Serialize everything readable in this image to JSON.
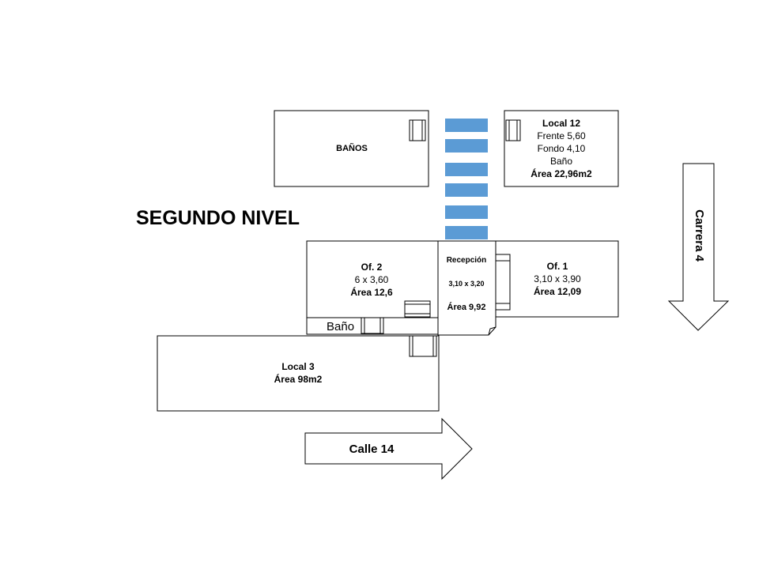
{
  "title": "SEGUNDO NIVEL",
  "stairs_color": "#5b9bd5",
  "rooms": {
    "banos": {
      "name": "BAÑOS"
    },
    "local12": {
      "name": "Local 12",
      "frente": "Frente 5,60",
      "fondo": "Fondo 4,10",
      "bano": "Baño",
      "area": "Área 22,96m2"
    },
    "of2": {
      "name": "Of. 2",
      "dims": "6 x 3,60",
      "area": "Área 12,6",
      "bano": "Baño"
    },
    "recepcion": {
      "name": "Recepción",
      "dims": "3,10 x 3,20",
      "area": "Área 9,92"
    },
    "of1": {
      "name": "Of. 1",
      "dims": "3,10 x 3,90",
      "area": "Área 12,09"
    },
    "local3": {
      "name": "Local 3",
      "area": "Área 98m2"
    }
  },
  "streets": {
    "calle": "Calle 14",
    "carrera": "Carrera 4"
  }
}
